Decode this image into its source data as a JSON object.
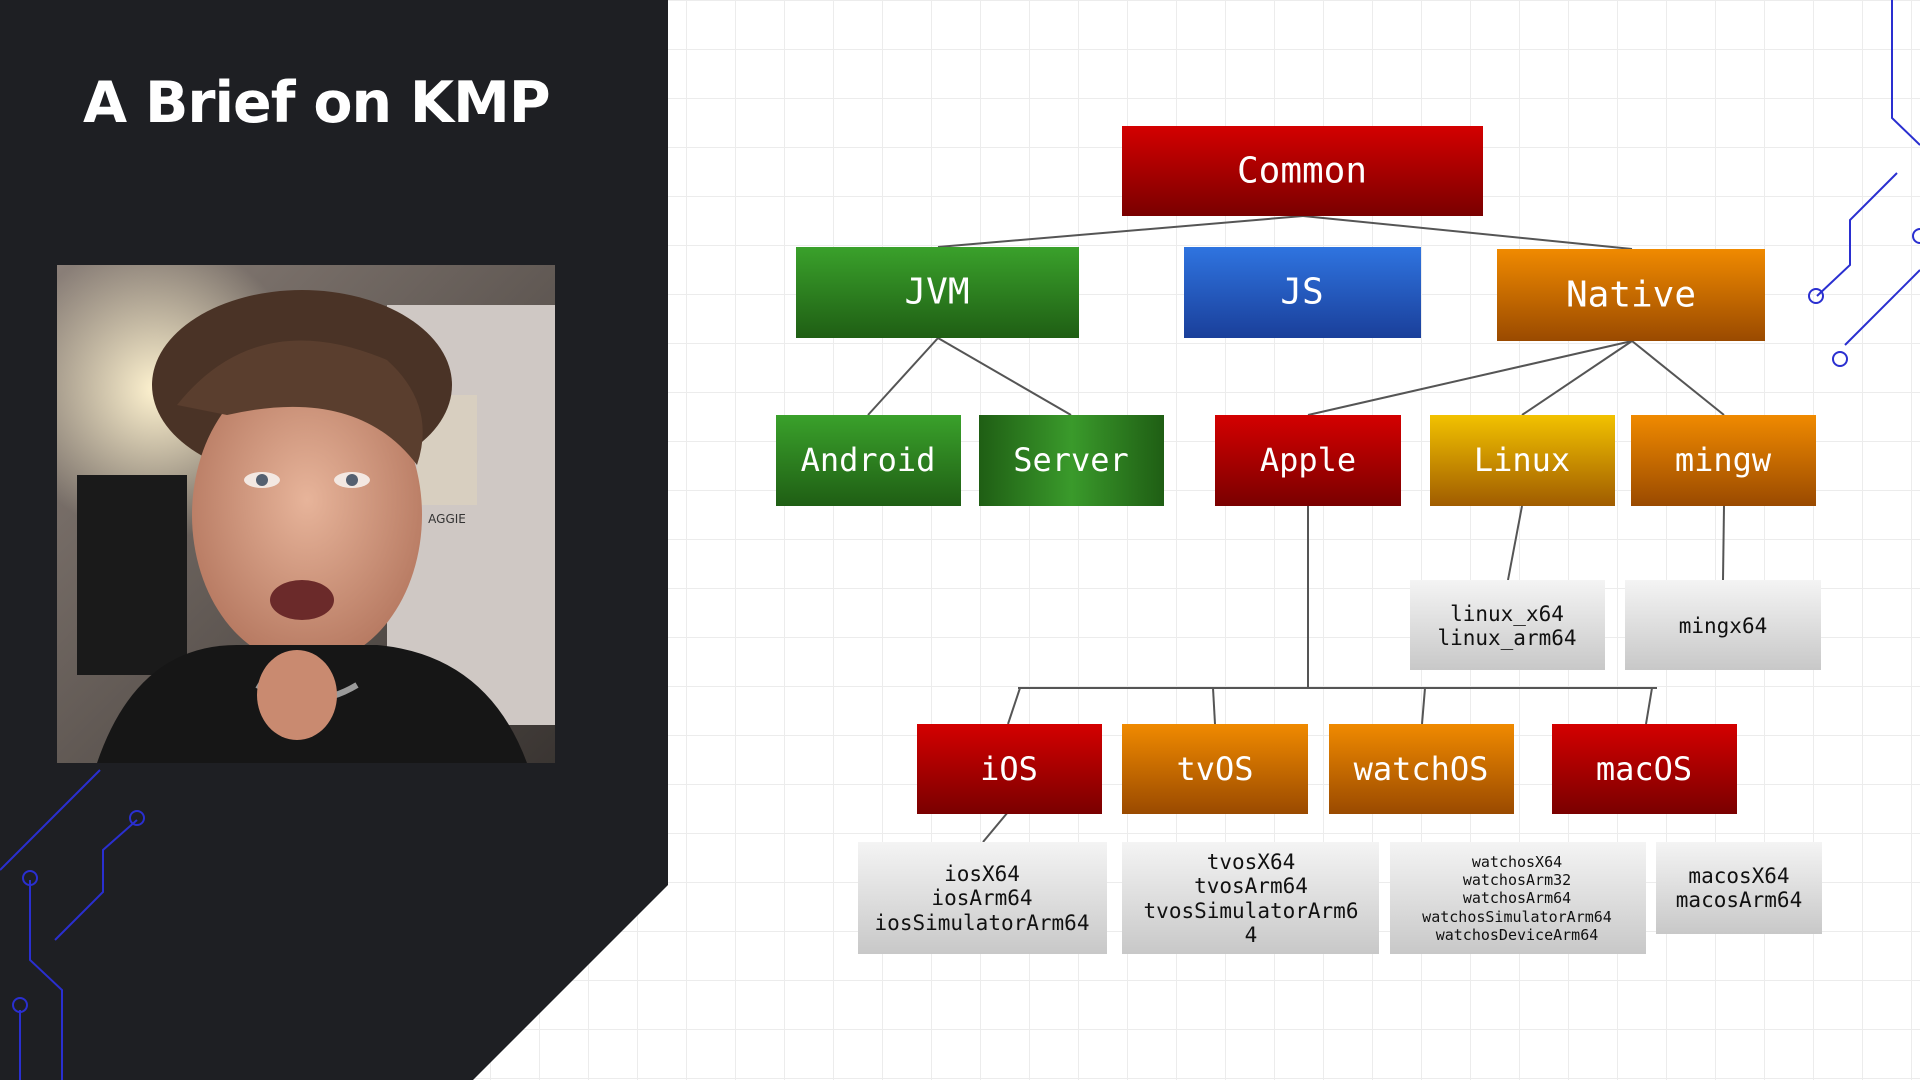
{
  "slide": {
    "title": "A Brief on KMP"
  },
  "photo": {
    "alt_icon": "person-photo",
    "poster_text": "AGGIE"
  },
  "diagram": {
    "nodes": {
      "common": "Common",
      "jvm": "JVM",
      "js": "JS",
      "native": "Native",
      "android": "Android",
      "server": "Server",
      "apple": "Apple",
      "linux": "Linux",
      "mingw": "mingw",
      "ios": "iOS",
      "tvos": "tvOS",
      "watchos": "watchOS",
      "macos": "macOS"
    },
    "targets": {
      "linux": [
        "linux_x64",
        "linux_arm64"
      ],
      "mingw": [
        "mingx64"
      ],
      "ios": [
        "iosX64",
        "iosArm64",
        "iosSimulatorArm64"
      ],
      "tvos": [
        "tvosX64",
        "tvosArm64",
        "tvosSimulatorArm6",
        "4"
      ],
      "watchos": [
        "watchosX64",
        "watchosArm32",
        "watchosArm64",
        "watchosSimulatorArm64",
        "watchosDeviceArm64"
      ],
      "macos": [
        "macosX64",
        "macosArm64"
      ]
    },
    "colors": {
      "red": "#b30000",
      "green": "#2e8b1e",
      "blue": "#1f5fd0",
      "orange": "#e07a00",
      "yellow": "#e0a800",
      "gray": "#d6d6d6",
      "circuit": "#2a2fd0",
      "panel": "#1e1f23"
    }
  }
}
